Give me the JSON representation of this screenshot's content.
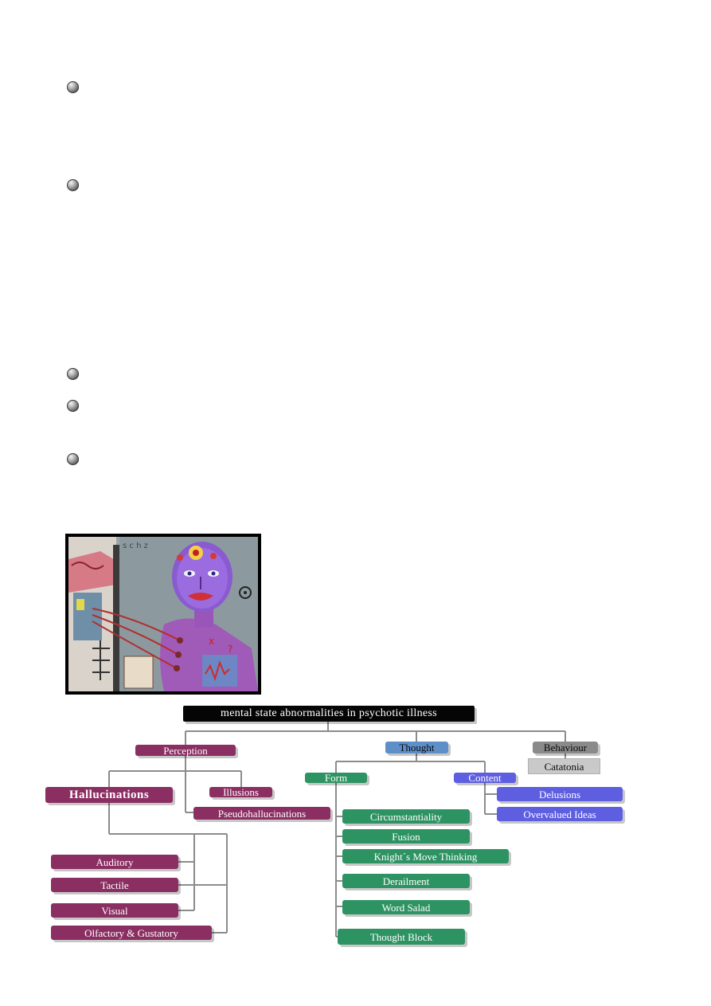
{
  "bullets": [
    "bullet",
    "bullet",
    "bullet",
    "bullet",
    "bullet"
  ],
  "artwork": {
    "description_icon": "painted-figure-artwork"
  },
  "diagram": {
    "root": "mental state abnormalities in psychotic illness",
    "perception": {
      "label": "Perception",
      "hallucinations": "Hallucinations",
      "illusions": "Illusions",
      "pseudohallucinations": "Pseudohallucinations",
      "senses": [
        "Auditory",
        "Tactile",
        "Visual",
        "Olfactory & Gustatory"
      ]
    },
    "thought": {
      "label": "Thought",
      "form": {
        "label": "Form",
        "items": [
          "Circumstantiality",
          "Fusion",
          "Knight´s Move Thinking",
          "Derailment",
          "Word Salad",
          "Thought Block"
        ]
      },
      "content": {
        "label": "Content",
        "items": [
          "Delusions",
          "Overvalued Ideas"
        ]
      }
    },
    "behaviour": {
      "label": "Behaviour",
      "catatonia": "Catatonia"
    },
    "colors": {
      "perception": "#8b2e62",
      "thought": "#5e8fc8",
      "form": "#2e9363",
      "content": "#5e5ee0",
      "behaviour": "#8a8a8a",
      "connector": "#8c8c8c"
    }
  }
}
